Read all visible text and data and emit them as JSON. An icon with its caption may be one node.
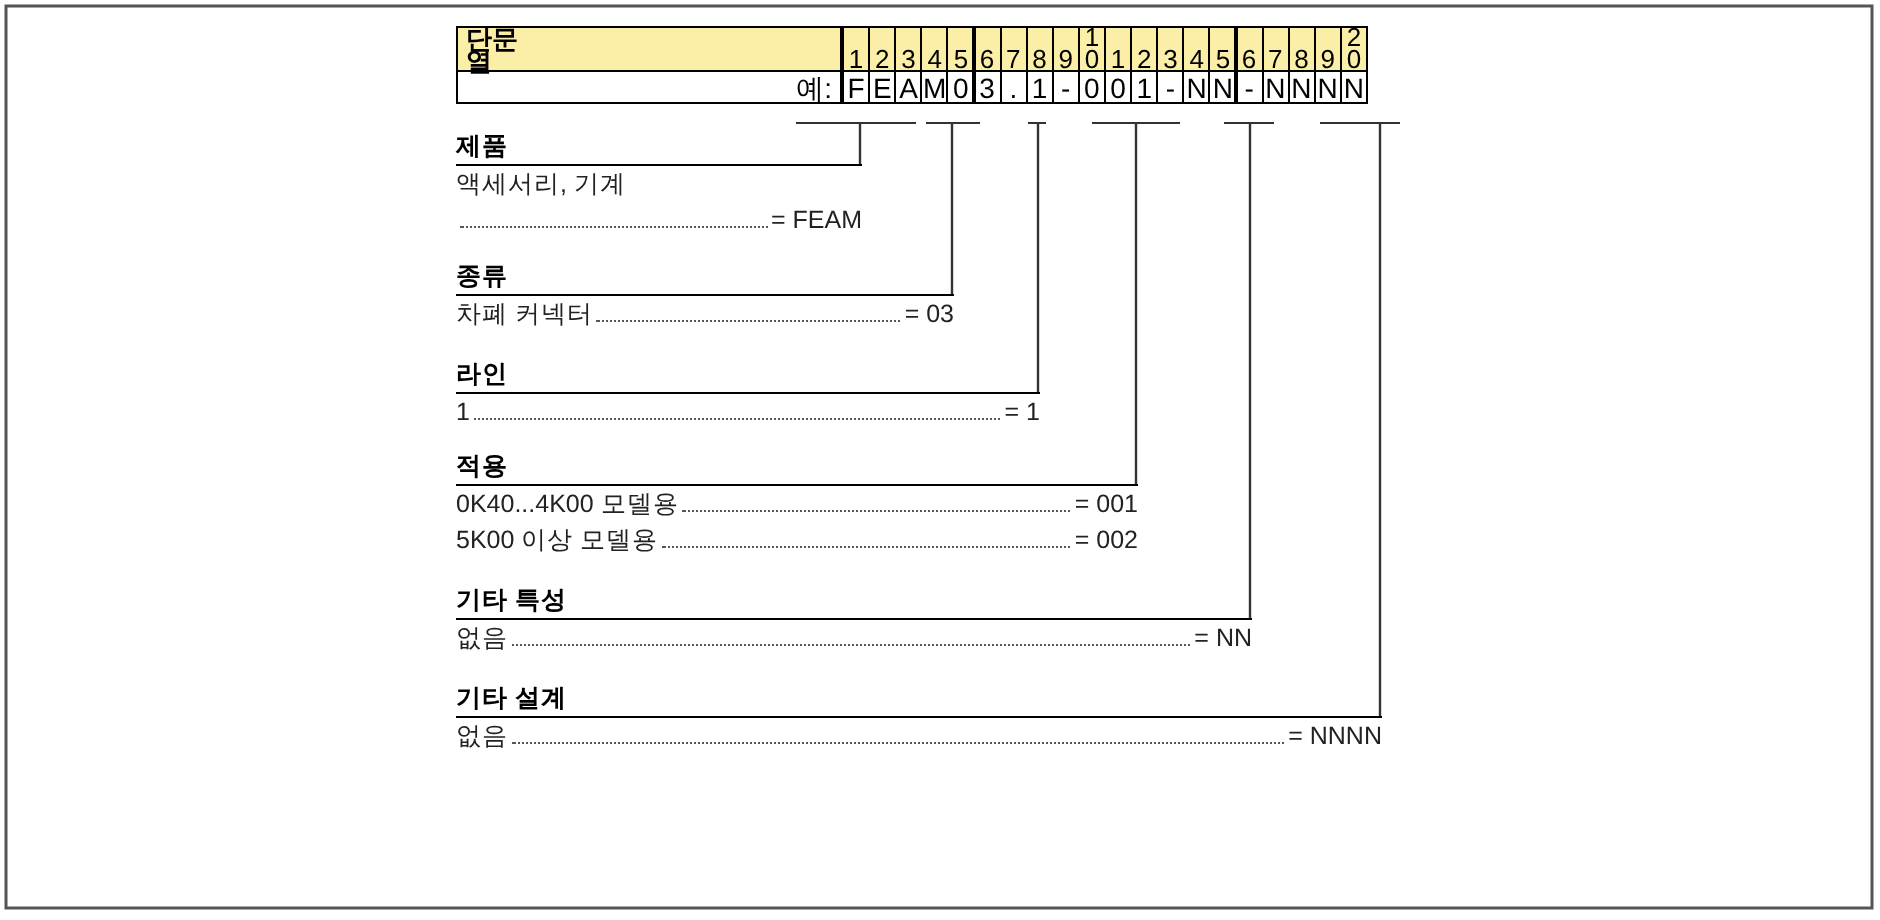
{
  "diagram": {
    "nodes": [
      {
        "text": [],
        "shape": "bar"
      },
      {
        "text": [],
        "shape": "bar"
      },
      {
        "text": [],
        "shape": "bar"
      },
      {
        "text": [],
        "shape": "bar"
      },
      {
        "text": [],
        "shape": "bar"
      },
      {
        "text": [],
        "shape": "bar"
      },
      {
        "text": [
          "제품",
          "액세서리, 기계",
          "= FEAM"
        ]
      },
      {
        "text": [
          "종류",
          "차폐 커넥터",
          "= 03"
        ]
      },
      {
        "text": [
          "라인",
          "1",
          "= 1"
        ]
      },
      {
        "text": [
          "적용",
          "0K40...4K00 모델용",
          "= 001",
          "5K00 이상 모델용",
          "= 002"
        ]
      },
      {
        "text": [
          "기타 특성",
          "없음",
          "= NN"
        ]
      },
      {
        "text": [
          "기타 설계",
          "없음",
          "= NNNN"
        ]
      }
    ],
    "edges": [
      {
        "from": 6,
        "to": 0,
        "arrow": "none"
      },
      {
        "from": 7,
        "to": 1,
        "arrow": "none"
      },
      {
        "from": 8,
        "to": 2,
        "arrow": "none"
      },
      {
        "from": 9,
        "to": 3,
        "arrow": "none"
      },
      {
        "from": 10,
        "to": 4,
        "arrow": "none"
      },
      {
        "from": 11,
        "to": 5,
        "arrow": "none"
      }
    ],
    "labels": [
      "단문 열",
      "1",
      "2",
      "3",
      "4",
      "5",
      "6",
      "7",
      "8",
      "9",
      "10",
      "1",
      "2",
      "3",
      "4",
      "5",
      "6",
      "7",
      "8",
      "9",
      "20",
      "예:",
      "F",
      "E",
      "A",
      "M",
      "0",
      "3",
      ".",
      "1",
      "-",
      "0",
      "0",
      "1",
      "-",
      "N",
      "N",
      "-",
      "N",
      "N",
      "N",
      "N"
    ]
  }
}
